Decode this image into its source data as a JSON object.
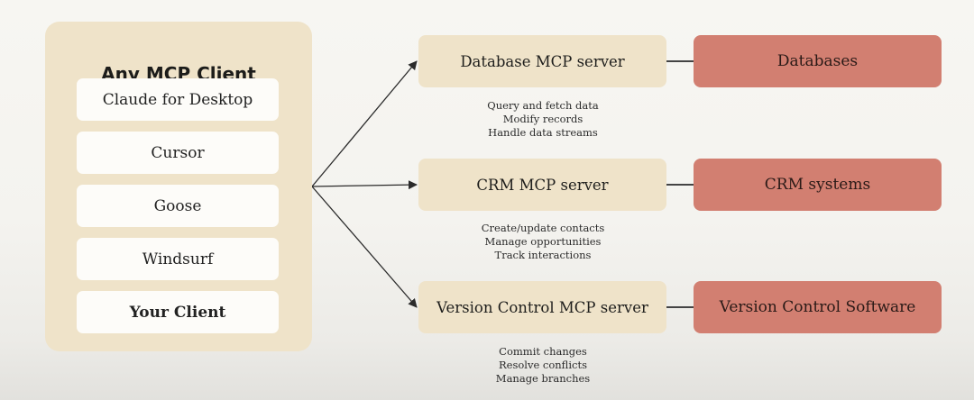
{
  "client_panel": {
    "title": "Any MCP Client",
    "items": [
      {
        "label": "Claude for Desktop"
      },
      {
        "label": "Cursor"
      },
      {
        "label": "Goose"
      },
      {
        "label": "Windsurf"
      },
      {
        "label": "Your Client"
      }
    ]
  },
  "servers": [
    {
      "label": "Database MCP server",
      "target": "Databases",
      "capabilities": [
        "Query and fetch data",
        "Modify records",
        "Handle data streams"
      ]
    },
    {
      "label": "CRM MCP server",
      "target": "CRM systems",
      "capabilities": [
        "Create/update contacts",
        "Manage opportunities",
        "Track interactions"
      ]
    },
    {
      "label": "Version Control MCP server",
      "target": "Version Control Software",
      "capabilities": [
        "Commit changes",
        "Resolve conflicts",
        "Manage branches"
      ]
    }
  ],
  "colors": {
    "panel_beige": "#efe3c9",
    "client_item_bg": "#fdfcf9",
    "target_red": "#d27f71",
    "arrow": "#2b2b2b"
  }
}
